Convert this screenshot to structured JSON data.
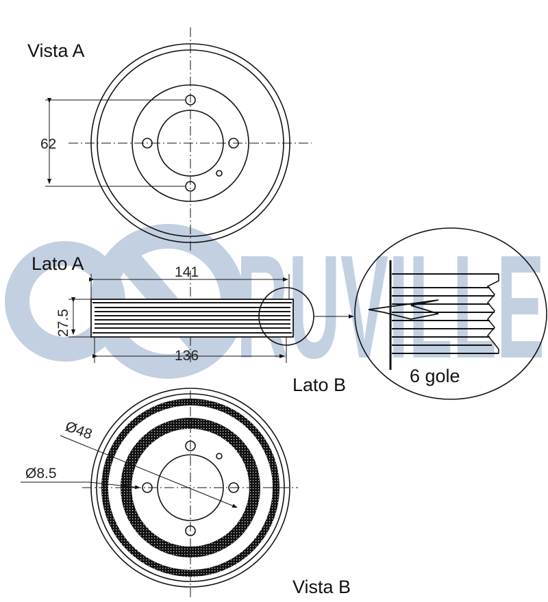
{
  "watermark": {
    "brand": "RUVILLE",
    "color": "#c3d0e2"
  },
  "views": {
    "vista_a": "Vista A",
    "vista_b": "Vista B",
    "lato_a": "Lato A",
    "lato_b": "Lato B"
  },
  "dimensions": {
    "bolt_spacing": "62",
    "outer_width": "141",
    "inner_width": "136",
    "height": "27.5",
    "bore_diameter": "Ø48",
    "hole_diameter": "Ø8.5"
  },
  "detail": {
    "grooves_label": "6 gole"
  }
}
